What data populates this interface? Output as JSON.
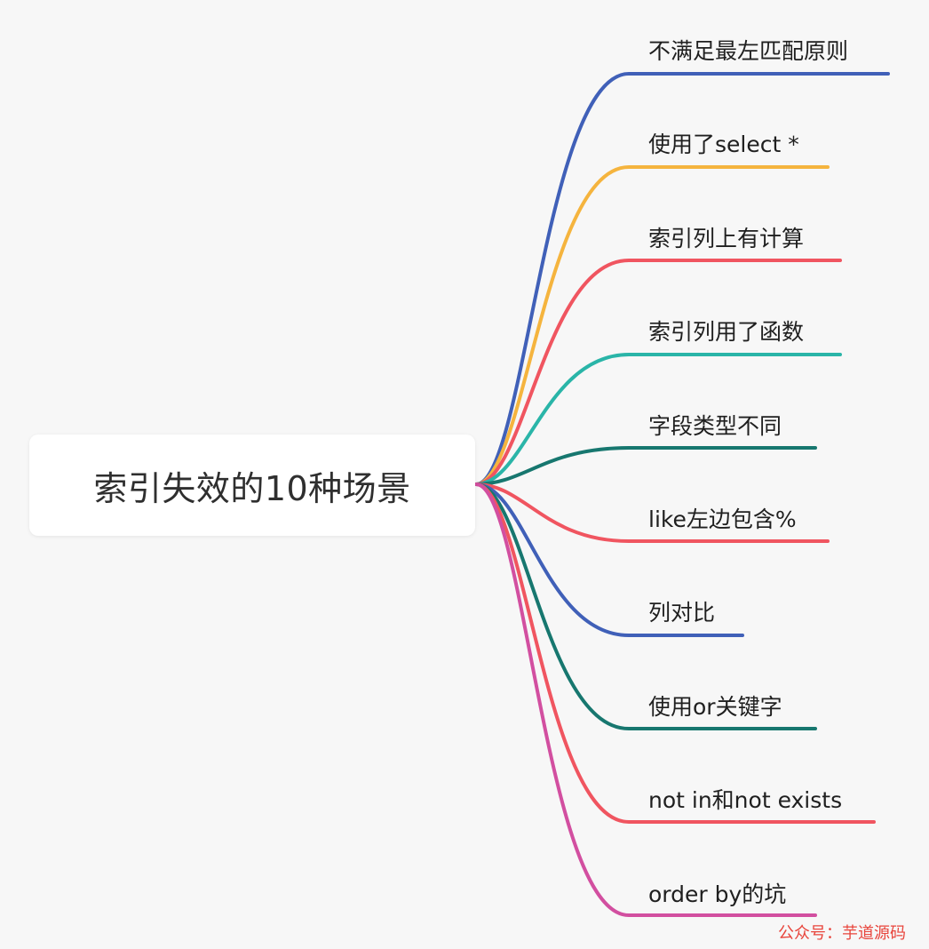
{
  "root": {
    "label": "索引失效的10种场景"
  },
  "branches": [
    {
      "label": "不满足最左匹配原则",
      "color": "#4060b8"
    },
    {
      "label": "使用了select *",
      "color": "#f5b43e"
    },
    {
      "label": "索引列上有计算",
      "color": "#f05560"
    },
    {
      "label": "索引列用了函数",
      "color": "#2ab5a8"
    },
    {
      "label": "字段类型不同",
      "color": "#17776f"
    },
    {
      "label": "like左边包含%",
      "color": "#f05560"
    },
    {
      "label": "列对比",
      "color": "#4060b8"
    },
    {
      "label": "使用or关键字",
      "color": "#17776f"
    },
    {
      "label": "not in和not exists",
      "color": "#f05560"
    },
    {
      "label": "order by的坑",
      "color": "#d24fa0"
    }
  ],
  "watermark": "公众号：芋道源码"
}
